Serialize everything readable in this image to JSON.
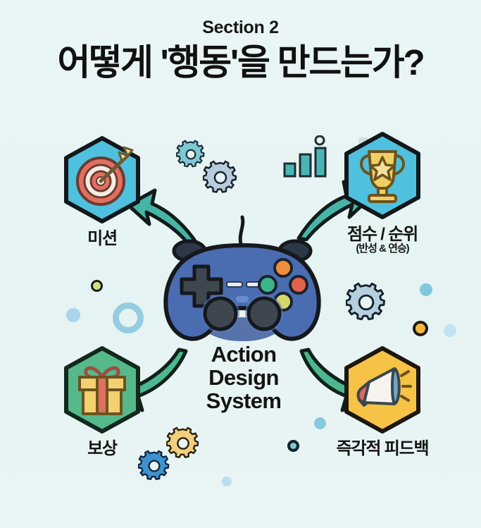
{
  "header": {
    "section_label": "Section 2",
    "title": "어떻게 '행동'을 만드는가?"
  },
  "center": {
    "line1": "Action",
    "line2": "Design",
    "line3": "System",
    "icon": "game-controller-icon"
  },
  "nodes": [
    {
      "id": "mission",
      "label": "미션",
      "sub": "",
      "icon": "target-icon",
      "hex_fill": "#4fc0dd",
      "hex_stroke": "#12171a",
      "position": "top-left"
    },
    {
      "id": "score",
      "label": "점수 / 순위",
      "sub": "(반성 & 연승)",
      "icon": "trophy-icon",
      "hex_fill": "#4fc0dd",
      "hex_stroke": "#12171a",
      "position": "top-right"
    },
    {
      "id": "reward",
      "label": "보상",
      "sub": "",
      "icon": "gift-icon",
      "hex_fill": "#55b98a",
      "hex_stroke": "#12281d",
      "position": "bottom-left"
    },
    {
      "id": "feedback",
      "label": "즉각적 피드백",
      "sub": "",
      "icon": "megaphone-icon",
      "hex_fill": "#f7c346",
      "hex_stroke": "#1c1710",
      "position": "bottom-right"
    }
  ],
  "arrows": [
    {
      "id": "to-mission",
      "icon": "curved-arrow-up-left-icon",
      "color": "#46b5a6"
    },
    {
      "id": "to-score",
      "icon": "curved-arrow-up-right-icon",
      "color": "#46b5a6"
    },
    {
      "id": "to-reward",
      "icon": "curved-arrow-down-left-icon",
      "color": "#4cb790"
    },
    {
      "id": "to-feedback",
      "icon": "curved-arrow-down-right-icon",
      "color": "#4cb790"
    }
  ],
  "decorations": [
    {
      "id": "gear-top-1",
      "icon": "gear-icon",
      "color": "#7ec8d4"
    },
    {
      "id": "gear-top-2",
      "icon": "gear-icon",
      "color": "#b6ccdc"
    },
    {
      "id": "gear-right",
      "icon": "gear-icon",
      "color": "#b6cfdf"
    },
    {
      "id": "gear-bot-1",
      "icon": "gear-icon",
      "color": "#f2cf7e"
    },
    {
      "id": "gear-bot-2",
      "icon": "gear-icon",
      "color": "#3e92cf"
    },
    {
      "id": "barchart",
      "icon": "bar-chart-icon",
      "color": "#4bb5b5"
    }
  ],
  "colors": {
    "background": "#e7f4f4",
    "accent_cyan": "#4fc0dd",
    "accent_green": "#55b98a",
    "accent_amber": "#f7c346",
    "arrow_teal": "#46b5a6",
    "controller_blue": "#4a6cb0",
    "text_dark": "#141414"
  }
}
